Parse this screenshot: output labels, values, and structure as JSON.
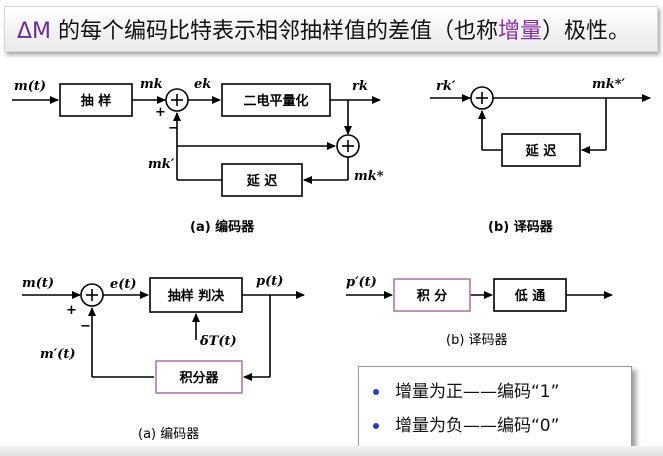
{
  "title": {
    "delta": "ΔM",
    "pre": " 的每个编码比特表示相邻抽样值的差值（也称",
    "highlight": "增量",
    "post": "）极性。"
  },
  "diagram_a": {
    "in": "m(t)",
    "block1": "抽  样",
    "mk": "mk",
    "plus": "+",
    "minus": "−",
    "ek": "ek",
    "block2": "二电平量化",
    "rk": "rk",
    "mk_prime": "mk′",
    "delay": "延  迟",
    "mk_star": "mk*",
    "caption": "(a)  编码器"
  },
  "diagram_b": {
    "in": "rk′",
    "out": "mk*′",
    "delay": "延  迟",
    "caption": "(b) 译码器"
  },
  "diagram_c": {
    "in": "m(t)",
    "plus": "+",
    "minus": "−",
    "e": "e(t)",
    "block1": "抽样 判决",
    "p": "p(t)",
    "delta": "δT(t)",
    "m_prime": "m′(t)",
    "integrator": "积分器",
    "caption": "(a)  编码器"
  },
  "diagram_d": {
    "in": "p′(t)",
    "block1": "积  分",
    "block2": "低  通",
    "caption": "(b) 译码器"
  },
  "notes": [
    {
      "text": "增量为正——编码“1”"
    },
    {
      "text": "增量为负——编码“0”"
    }
  ],
  "colors": {
    "accent_purple": "#8b2fa5",
    "bullet_blue": "#2a3bb8",
    "integrator_border": "#b07aa8"
  }
}
